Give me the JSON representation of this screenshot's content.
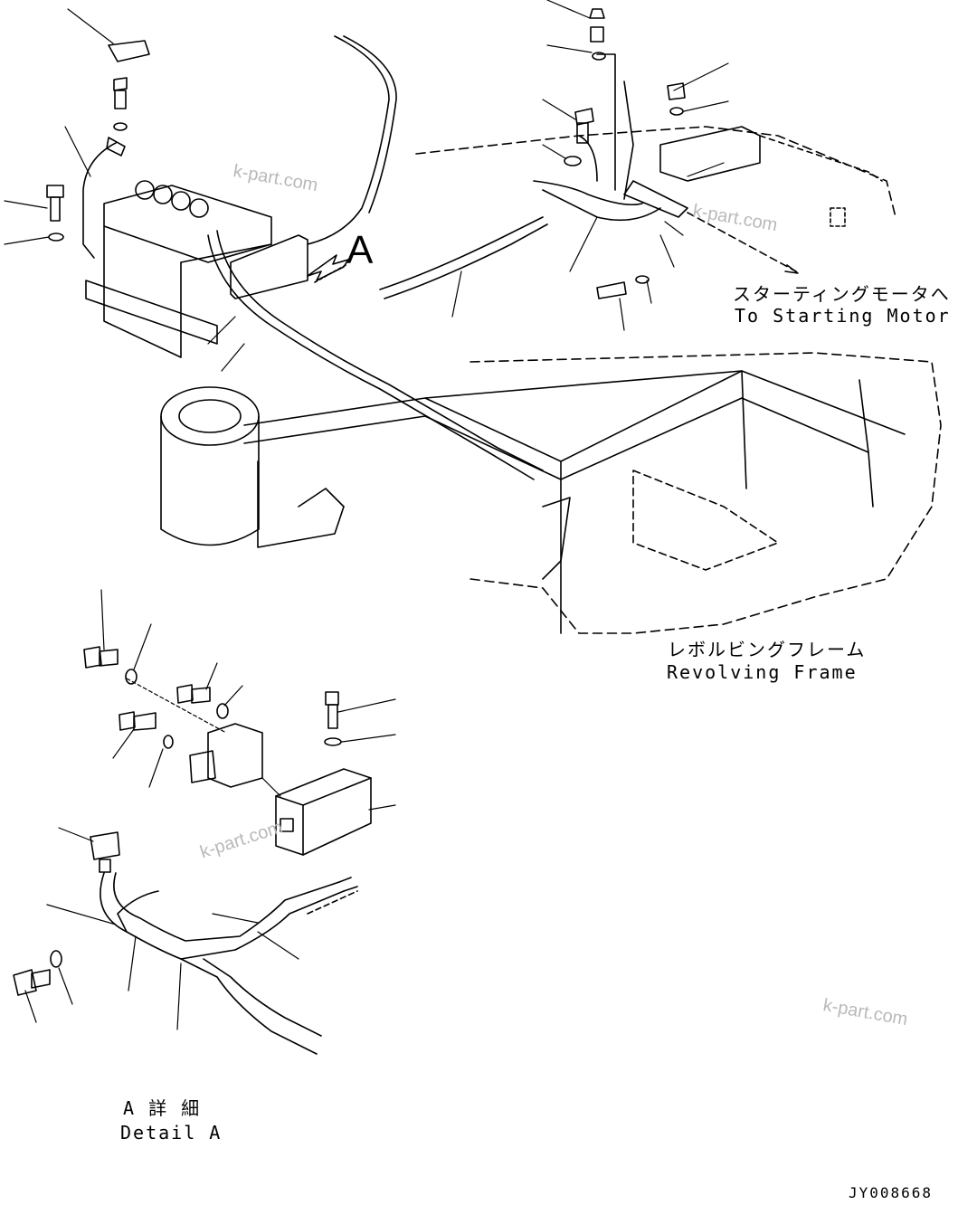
{
  "callouts": {
    "starting_motor_jp": "スターティングモータへ",
    "starting_motor_en": "To Starting Motor",
    "revolving_frame_jp": "レボルビングフレーム",
    "revolving_frame_en": "Revolving Frame",
    "detail_a_jp": "A 詳 細",
    "detail_a_en": "Detail A",
    "view_arrow_label": "A"
  },
  "drawing_number": "JY008668",
  "watermarks": [
    "k-part.com",
    "k-part.com",
    "k-part.com",
    "k-part.com"
  ],
  "colors": {
    "line": "#000000",
    "watermark": "#b9b9b9",
    "background": "#ffffff"
  }
}
